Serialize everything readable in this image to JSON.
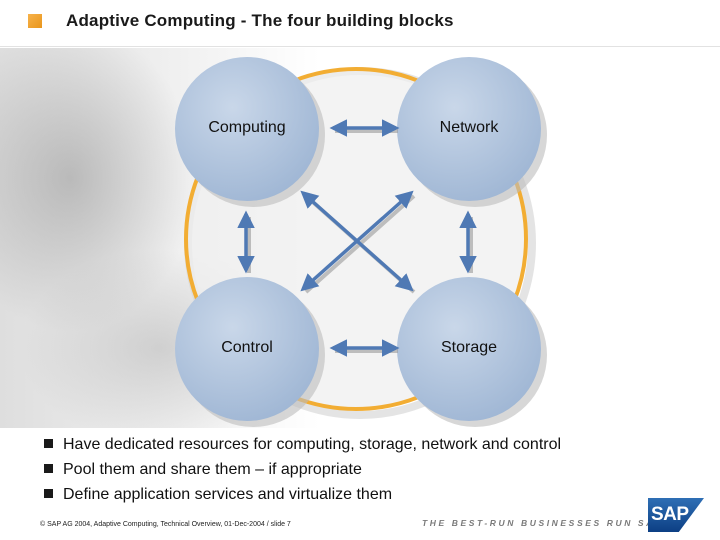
{
  "header": {
    "title": "Adaptive Computing - The four building blocks"
  },
  "diagram": {
    "nodes": [
      {
        "id": "computing",
        "label": "Computing"
      },
      {
        "id": "network",
        "label": "Network"
      },
      {
        "id": "control",
        "label": "Control"
      },
      {
        "id": "storage",
        "label": "Storage"
      }
    ],
    "connections": [
      [
        "computing",
        "network"
      ],
      [
        "control",
        "storage"
      ],
      [
        "computing",
        "control"
      ],
      [
        "network",
        "storage"
      ],
      [
        "computing",
        "storage"
      ],
      [
        "network",
        "control"
      ]
    ],
    "colors": {
      "node_fill": "#a9bfda",
      "ring": "#f2ad33",
      "arrow": "#4f79b4"
    }
  },
  "bullets": [
    "Have dedicated resources for computing, storage, network and control",
    "Pool them and share them – if appropriate",
    "Define application services and virtualize them"
  ],
  "footer": {
    "note": "©  SAP AG 2004, Adaptive Computing, Technical Overview, 01-Dec-2004 / slide 7",
    "tagline": "THE BEST-RUN BUSINESSES RUN SAP",
    "logo_text": "SAP"
  }
}
